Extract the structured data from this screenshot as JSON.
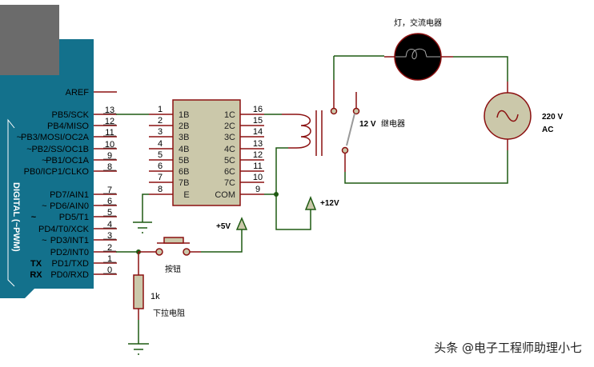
{
  "board": {
    "aref_label": "AREF",
    "side_label": "DIGITAL (~PWM)",
    "pins": [
      {
        "name": "PB5/SCK",
        "num": "13",
        "prefix": ""
      },
      {
        "name": "PB4/MISO",
        "num": "12",
        "prefix": ""
      },
      {
        "name": "PB3/MOSI/OC2A",
        "num": "11",
        "prefix": "~"
      },
      {
        "name": "PB2/SS/OC1B",
        "num": "10",
        "prefix": "~"
      },
      {
        "name": "PB1/OC1A",
        "num": "9",
        "prefix": "~"
      },
      {
        "name": "PB0/ICP1/CLKO",
        "num": "8",
        "prefix": ""
      },
      {
        "name": "PD7/AIN1",
        "num": "7",
        "prefix": ""
      },
      {
        "name": "PD6/AIN0",
        "num": "6",
        "prefix": "~"
      },
      {
        "name": "PD5/T1",
        "num": "5",
        "prefix": "~"
      },
      {
        "name": "PD4/T0/XCK",
        "num": "4",
        "prefix": ""
      },
      {
        "name": "PD3/INT1",
        "num": "3",
        "prefix": "~"
      },
      {
        "name": "PD2/INT0",
        "num": "2",
        "prefix": ""
      },
      {
        "name": "PD1/TXD",
        "num": "1",
        "prefix": "TX"
      },
      {
        "name": "PD0/RXD",
        "num": "0",
        "prefix": "RX"
      }
    ]
  },
  "driver_chip": {
    "left_pins": [
      {
        "num": "1",
        "label": "1B"
      },
      {
        "num": "2",
        "label": "2B"
      },
      {
        "num": "3",
        "label": "3B"
      },
      {
        "num": "4",
        "label": "4B"
      },
      {
        "num": "5",
        "label": "5B"
      },
      {
        "num": "6",
        "label": "6B"
      },
      {
        "num": "7",
        "label": "7B"
      },
      {
        "num": "8",
        "label": "E"
      }
    ],
    "right_pins": [
      {
        "num": "16",
        "label": "1C"
      },
      {
        "num": "15",
        "label": "2C"
      },
      {
        "num": "14",
        "label": "3C"
      },
      {
        "num": "13",
        "label": "4C"
      },
      {
        "num": "12",
        "label": "5C"
      },
      {
        "num": "11",
        "label": "6C"
      },
      {
        "num": "10",
        "label": "7C"
      },
      {
        "num": "9",
        "label": "COM"
      }
    ]
  },
  "relay": {
    "voltage": "12 V",
    "name": "继电器"
  },
  "lamp": {
    "label": "灯，交流电器"
  },
  "ac_source": {
    "voltage": "220 V",
    "type": "AC"
  },
  "power": {
    "plus12": "+12V",
    "plus5": "+5V"
  },
  "button": {
    "label": "按钮"
  },
  "resistor": {
    "value": "1k",
    "label": "下拉电阻"
  },
  "watermark": "头条 @电子工程师助理小七",
  "colors": {
    "board": "#13718C",
    "wire": "#1E5A12",
    "pin": "#8B1010",
    "component_fill": "#CBC8AA",
    "lamp_fill": "#000000"
  }
}
